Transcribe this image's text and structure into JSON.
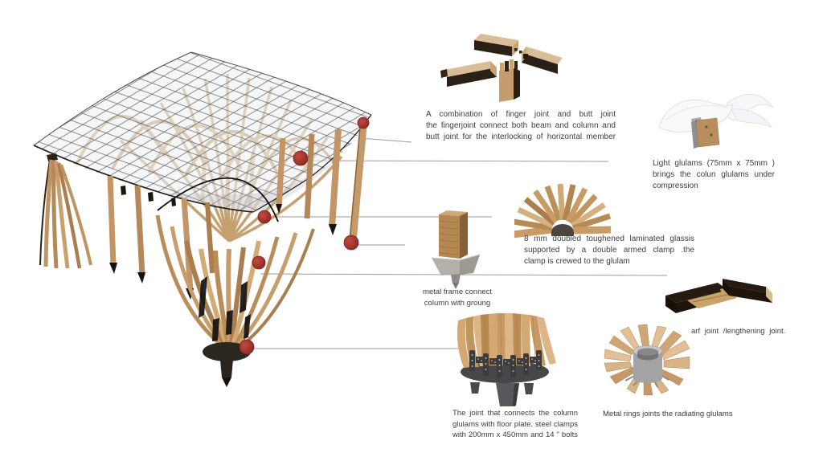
{
  "colors": {
    "wood": "#c49b68",
    "wood_dark": "#8a6136",
    "wood_shadow": "#2b2015",
    "metal": "#aeaaa4",
    "glass": "#eef0f3",
    "marker_red": "#a5322c",
    "leader_line": "#9b9b9b",
    "text": "#3d3d3d"
  },
  "markers": {
    "color": "#a5322c",
    "count": 6
  },
  "annotations": {
    "finger_joint": {
      "l1": "A combination of finger joint and butt joint",
      "l2": "the fingerjoint connect both beam and column and",
      "l3": "butt joint for the interlocking of horizontal member"
    },
    "light_glulams": {
      "l1": "Light glulams (75mm x 75mm )",
      "l2": "brings the colun glulams under",
      "l3": "compression"
    },
    "glass_clamp": {
      "l1": "8 mm doubled toughened laminated glassis",
      "l2": "supported by a double armed clamp .the",
      "l3": "clamp is crewed to the glulam"
    },
    "metal_frame": {
      "l1": "metal frame connect",
      "l2": "column with groung"
    },
    "scarf_joint": {
      "text": "arf joint /lengthening joint."
    },
    "floor_joint": {
      "l1": "The joint that connects the column",
      "l2": "glulams with floor plate. steel clamps",
      "l3": "with 200mm x 450mm and 14 \" bolts"
    },
    "metal_rings": {
      "text": "Metal rings joints the radiating glulams"
    }
  }
}
